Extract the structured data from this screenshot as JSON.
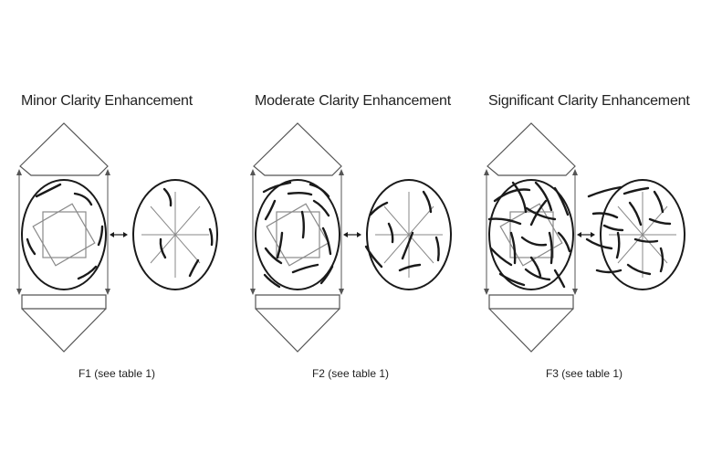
{
  "panels": [
    {
      "title": "Minor Clarity Enhancement",
      "caption": "F1 (see table 1)",
      "level": "minor",
      "front_fractures": [
        [
          [
            40,
            215
          ],
          [
            56,
            207
          ],
          [
            66,
            202
          ]
        ],
        [
          [
            82,
            212
          ],
          [
            95,
            214
          ],
          [
            100,
            224
          ]
        ],
        [
          [
            30,
            262
          ],
          [
            32,
            270
          ],
          [
            38,
            278
          ]
        ],
        [
          [
            86,
            305
          ],
          [
            98,
            300
          ],
          [
            105,
            292
          ]
        ],
        [
          [
            108,
            268
          ],
          [
            112,
            258
          ],
          [
            112,
            248
          ]
        ]
      ],
      "back_fractures": [
        [
          [
            180,
            207
          ],
          [
            188,
            215
          ],
          [
            187,
            225
          ]
        ],
        [
          [
            176,
            262
          ],
          [
            175,
            272
          ],
          [
            181,
            282
          ]
        ],
        [
          [
            217,
            285
          ],
          [
            211,
            295
          ],
          [
            208,
            302
          ]
        ],
        [
          [
            230,
            251
          ],
          [
            233,
            259
          ],
          [
            232,
            268
          ]
        ]
      ]
    },
    {
      "title": "Moderate Clarity Enhancement",
      "caption": "F2 (see table 1)",
      "level": "moderate",
      "front_fractures": [
        [
          [
            33,
            210
          ],
          [
            45,
            203
          ],
          [
            62,
            200
          ]
        ],
        [
          [
            60,
            212
          ],
          [
            75,
            210
          ],
          [
            85,
            213
          ]
        ],
        [
          [
            84,
            202
          ],
          [
            96,
            205
          ],
          [
            104,
            215
          ]
        ],
        [
          [
            35,
            240
          ],
          [
            40,
            232
          ],
          [
            45,
            220
          ]
        ],
        [
          [
            53,
            255
          ],
          [
            52,
            268
          ],
          [
            48,
            282
          ]
        ],
        [
          [
            75,
            232
          ],
          [
            78,
            245
          ],
          [
            76,
            260
          ]
        ],
        [
          [
            98,
            250
          ],
          [
            104,
            262
          ],
          [
            106,
            278
          ]
        ],
        [
          [
            35,
            272
          ],
          [
            42,
            282
          ],
          [
            52,
            288
          ]
        ],
        [
          [
            34,
            301
          ],
          [
            40,
            308
          ],
          [
            50,
            314
          ]
        ],
        [
          [
            65,
            298
          ],
          [
            80,
            292
          ],
          [
            92,
            290
          ]
        ],
        [
          [
            96,
            310
          ],
          [
            103,
            302
          ],
          [
            108,
            292
          ]
        ],
        [
          [
            88,
            220
          ],
          [
            97,
            225
          ],
          [
            104,
            236
          ]
        ]
      ],
      "back_fractures": [
        [
          [
            150,
            235
          ],
          [
            158,
            226
          ],
          [
            168,
            222
          ]
        ],
        [
          [
            208,
            210
          ],
          [
            215,
            220
          ],
          [
            216,
            232
          ]
        ],
        [
          [
            196,
            255
          ],
          [
            191,
            268
          ],
          [
            185,
            283
          ]
        ],
        [
          [
            145,
            270
          ],
          [
            152,
            282
          ],
          [
            162,
            292
          ]
        ],
        [
          [
            182,
            296
          ],
          [
            193,
            291
          ],
          [
            204,
            290
          ]
        ],
        [
          [
            222,
            260
          ],
          [
            226,
            272
          ],
          [
            224,
            285
          ]
        ],
        [
          [
            170,
            245
          ],
          [
            175,
            255
          ],
          [
            174,
            265
          ]
        ]
      ]
    },
    {
      "title": "Significant Clarity Enhancement",
      "caption": "F3 (see table 1)",
      "level": "significant",
      "front_fractures": [
        [
          [
            30,
            220
          ],
          [
            50,
            205
          ],
          [
            68,
            208
          ]
        ],
        [
          [
            50,
            200
          ],
          [
            62,
            215
          ],
          [
            64,
            232
          ]
        ],
        [
          [
            75,
            200
          ],
          [
            87,
            212
          ],
          [
            92,
            230
          ]
        ],
        [
          [
            96,
            206
          ],
          [
            104,
            218
          ],
          [
            110,
            235
          ]
        ],
        [
          [
            24,
            240
          ],
          [
            40,
            238
          ],
          [
            58,
            245
          ]
        ],
        [
          [
            65,
            228
          ],
          [
            80,
            238
          ],
          [
            96,
            240
          ]
        ],
        [
          [
            48,
            255
          ],
          [
            53,
            270
          ],
          [
            52,
            288
          ]
        ],
        [
          [
            60,
            260
          ],
          [
            72,
            270
          ],
          [
            86,
            268
          ]
        ],
        [
          [
            90,
            255
          ],
          [
            94,
            270
          ],
          [
            92,
            288
          ]
        ],
        [
          [
            100,
            255
          ],
          [
            108,
            262
          ],
          [
            112,
            275
          ]
        ],
        [
          [
            26,
            272
          ],
          [
            36,
            283
          ],
          [
            48,
            290
          ]
        ],
        [
          [
            36,
            300
          ],
          [
            48,
            308
          ],
          [
            62,
            312
          ]
        ],
        [
          [
            64,
            295
          ],
          [
            76,
            305
          ],
          [
            90,
            306
          ]
        ],
        [
          [
            70,
            282
          ],
          [
            78,
            292
          ],
          [
            80,
            302
          ]
        ],
        [
          [
            96,
            296
          ],
          [
            102,
            306
          ],
          [
            106,
            314
          ]
        ],
        [
          [
            86,
            220
          ],
          [
            76,
            232
          ],
          [
            70,
            246
          ]
        ]
      ],
      "back_fractures": [
        [
          [
            133,
            215
          ],
          [
            150,
            208
          ],
          [
            168,
            205
          ]
        ],
        [
          [
            172,
            212
          ],
          [
            184,
            208
          ],
          [
            198,
            206
          ]
        ],
        [
          [
            205,
            210
          ],
          [
            212,
            220
          ],
          [
            214,
            232
          ]
        ],
        [
          [
            138,
            234
          ],
          [
            152,
            232
          ],
          [
            164,
            238
          ]
        ],
        [
          [
            178,
            222
          ],
          [
            186,
            232
          ],
          [
            190,
            246
          ]
        ],
        [
          [
            200,
            240
          ],
          [
            212,
            245
          ],
          [
            222,
            245
          ]
        ],
        [
          [
            131,
            262
          ],
          [
            143,
            270
          ],
          [
            158,
            272
          ]
        ],
        [
          [
            165,
            255
          ],
          [
            168,
            268
          ],
          [
            164,
            282
          ]
        ],
        [
          [
            184,
            262
          ],
          [
            196,
            266
          ],
          [
            208,
            264
          ]
        ],
        [
          [
            212,
            272
          ],
          [
            216,
            285
          ],
          [
            212,
            297
          ]
        ],
        [
          [
            142,
            296
          ],
          [
            155,
            300
          ],
          [
            168,
            296
          ]
        ],
        [
          [
            176,
            290
          ],
          [
            186,
            298
          ],
          [
            200,
            300
          ]
        ],
        [
          [
            150,
            247
          ],
          [
            160,
            252
          ],
          [
            170,
            252
          ]
        ]
      ]
    }
  ]
}
